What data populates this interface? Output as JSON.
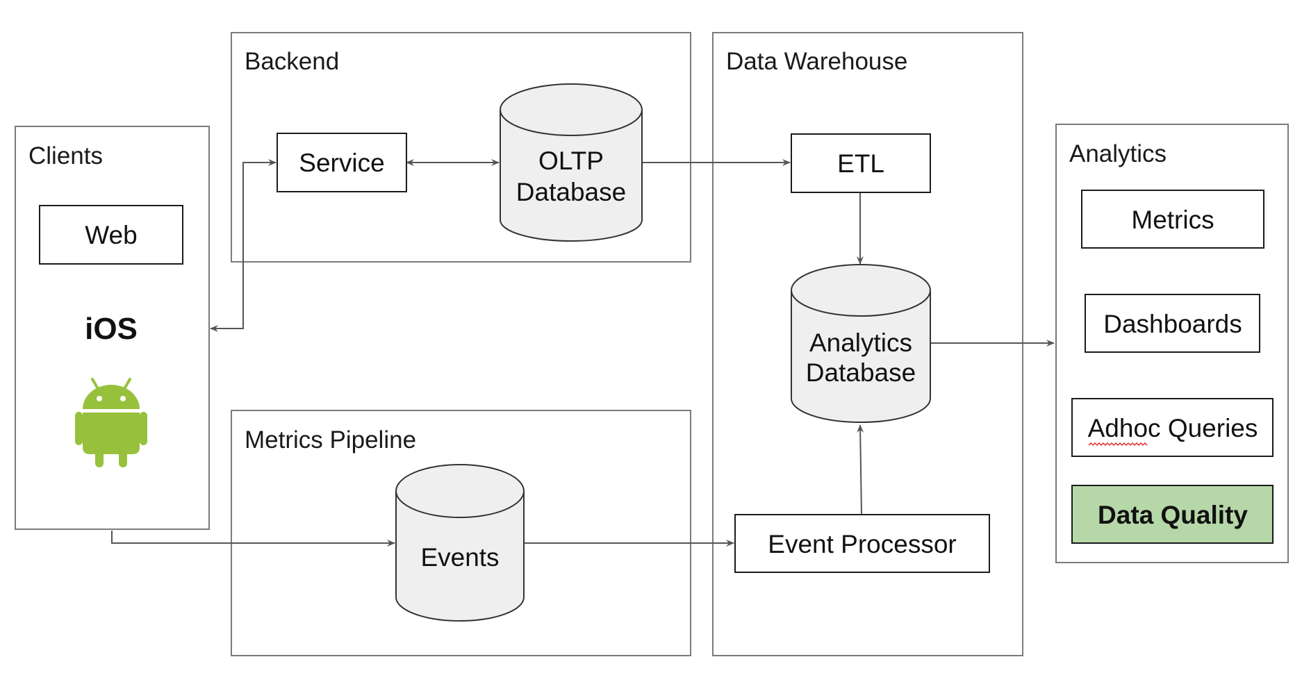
{
  "groups": {
    "clients": "Clients",
    "backend": "Backend",
    "metrics_pipeline": "Metrics Pipeline",
    "data_warehouse": "Data Warehouse",
    "analytics": "Analytics"
  },
  "nodes": {
    "web": "Web",
    "ios": "iOS",
    "android": "android-robot-icon",
    "service": "Service",
    "oltp_database_line1": "OLTP",
    "oltp_database_line2": "Database",
    "events": "Events",
    "etl": "ETL",
    "analytics_database_line1": "Analytics",
    "analytics_database_line2": "Database",
    "event_processor": "Event Processor",
    "metrics": "Metrics",
    "dashboards": "Dashboards",
    "adhoc_queries": "Adhoc Queries",
    "data_quality": "Data Quality"
  },
  "colors": {
    "highlight_fill": "#b6d7a8",
    "android_green": "#97c13c",
    "database_fill": "#efefef",
    "edge": "#555555"
  },
  "edges": [
    {
      "from": "service",
      "to": "oltp_database",
      "bidirectional": true
    },
    {
      "from": "service",
      "to": "clients",
      "bidirectional": true
    },
    {
      "from": "oltp_database",
      "to": "etl"
    },
    {
      "from": "etl",
      "to": "analytics_database"
    },
    {
      "from": "clients",
      "to": "events"
    },
    {
      "from": "events",
      "to": "event_processor"
    },
    {
      "from": "event_processor",
      "to": "analytics_database"
    },
    {
      "from": "analytics_database",
      "to": "analytics"
    }
  ]
}
